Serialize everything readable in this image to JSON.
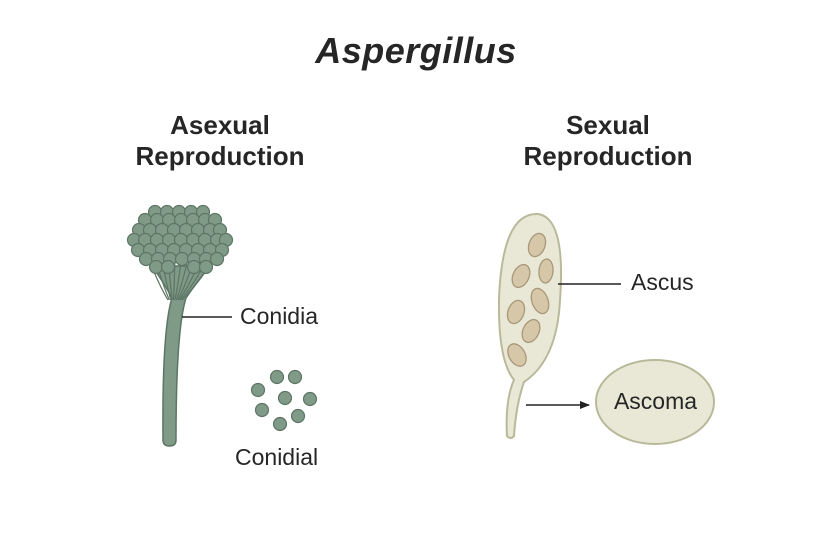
{
  "title": "Aspergillus",
  "asexual": {
    "heading_line1": "Asexual",
    "heading_line2": "Reproduction",
    "conidia_label": "Conidia",
    "conidial_label": "Conidial"
  },
  "sexual": {
    "heading_line1": "Sexual",
    "heading_line2": "Reproduction",
    "ascus_label": "Ascus",
    "ascoma_label": "Ascoma"
  },
  "colors": {
    "conidiophore_fill": "#7f9a87",
    "conidiophore_stroke": "#5d7564",
    "ascus_fill": "#e9e8d6",
    "ascus_stroke": "#b9b99a",
    "ascospore_fill": "#d5c7a8",
    "ascospore_stroke": "#a89878",
    "line": "#222222"
  }
}
